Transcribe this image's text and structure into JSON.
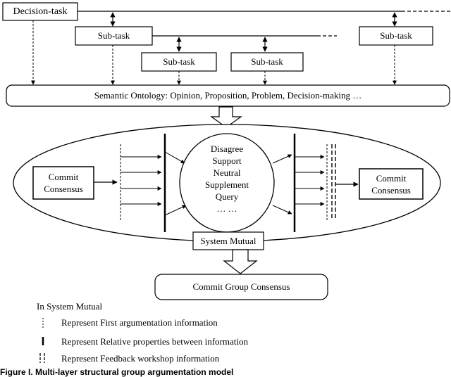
{
  "nodes": {
    "decision_task": "Decision-task",
    "sub_task_1": "Sub-task",
    "sub_task_2": "Sub-task",
    "sub_task_3": "Sub-task",
    "sub_task_4": "Sub-task",
    "semantic_ontology": "Semantic Ontology: Opinion, Proposition, Problem, Decision-making …",
    "commit_consensus_left": [
      "Commit",
      "Consensus"
    ],
    "commit_consensus_right": [
      "Commit",
      "Consensus"
    ],
    "center_items": [
      "Disagree",
      "Support",
      "Neutral",
      "Supplement",
      "Query",
      "… …"
    ],
    "system_mutual": "System Mutual",
    "commit_group_consensus": "Commit Group Consensus"
  },
  "legend": {
    "title": "In System Mutual",
    "items": [
      "Represent First argumentation information",
      "Represent Relative properties between information",
      "Represent Feedback workshop information"
    ]
  },
  "caption": "Figure I. Multi-layer structural group argumentation model"
}
